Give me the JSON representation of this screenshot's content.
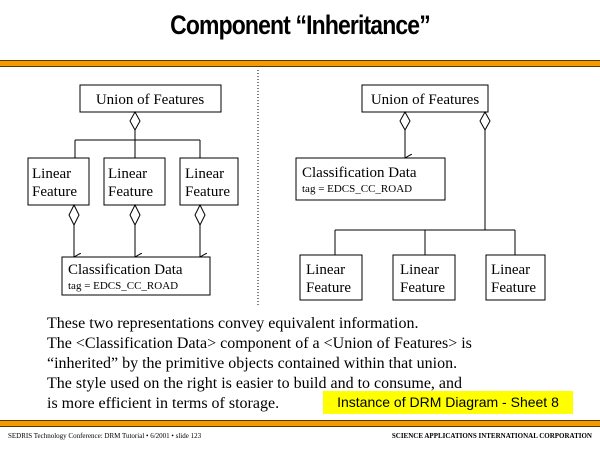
{
  "title": "Component “Inheritance”",
  "left_diagram": {
    "union": "Union of Features",
    "features": [
      [
        "Linear",
        "Feature"
      ],
      [
        "Linear",
        "Feature"
      ],
      [
        "Linear",
        "Feature"
      ]
    ],
    "classification": {
      "name": "Classification Data",
      "tag": "tag = EDCS_CC_ROAD"
    }
  },
  "right_diagram": {
    "union": "Union of Features",
    "classification": {
      "name": "Classification Data",
      "tag": "tag = EDCS_CC_ROAD"
    },
    "features": [
      [
        "Linear",
        "Feature"
      ],
      [
        "Linear",
        "Feature"
      ],
      [
        "Linear",
        "Feature"
      ]
    ]
  },
  "body_lines": [
    "These two representations convey equivalent information.",
    "The <Classification Data> component of a <Union of Features> is",
    "“inherited” by the primitive objects contained within that union.",
    "The style used on the right is easier to build and to consume, and",
    "is more efficient in terms of storage."
  ],
  "note": "Instance of DRM Diagram - Sheet 8",
  "footer": {
    "left": "SEDRIS Technology Conference: DRM Tutorial • 6/2001 • slide 123",
    "right": "SCIENCE APPLICATIONS INTERNATIONAL CORPORATION"
  },
  "colors": {
    "rule": "#f39a00",
    "note_bg": "#ffff00"
  }
}
